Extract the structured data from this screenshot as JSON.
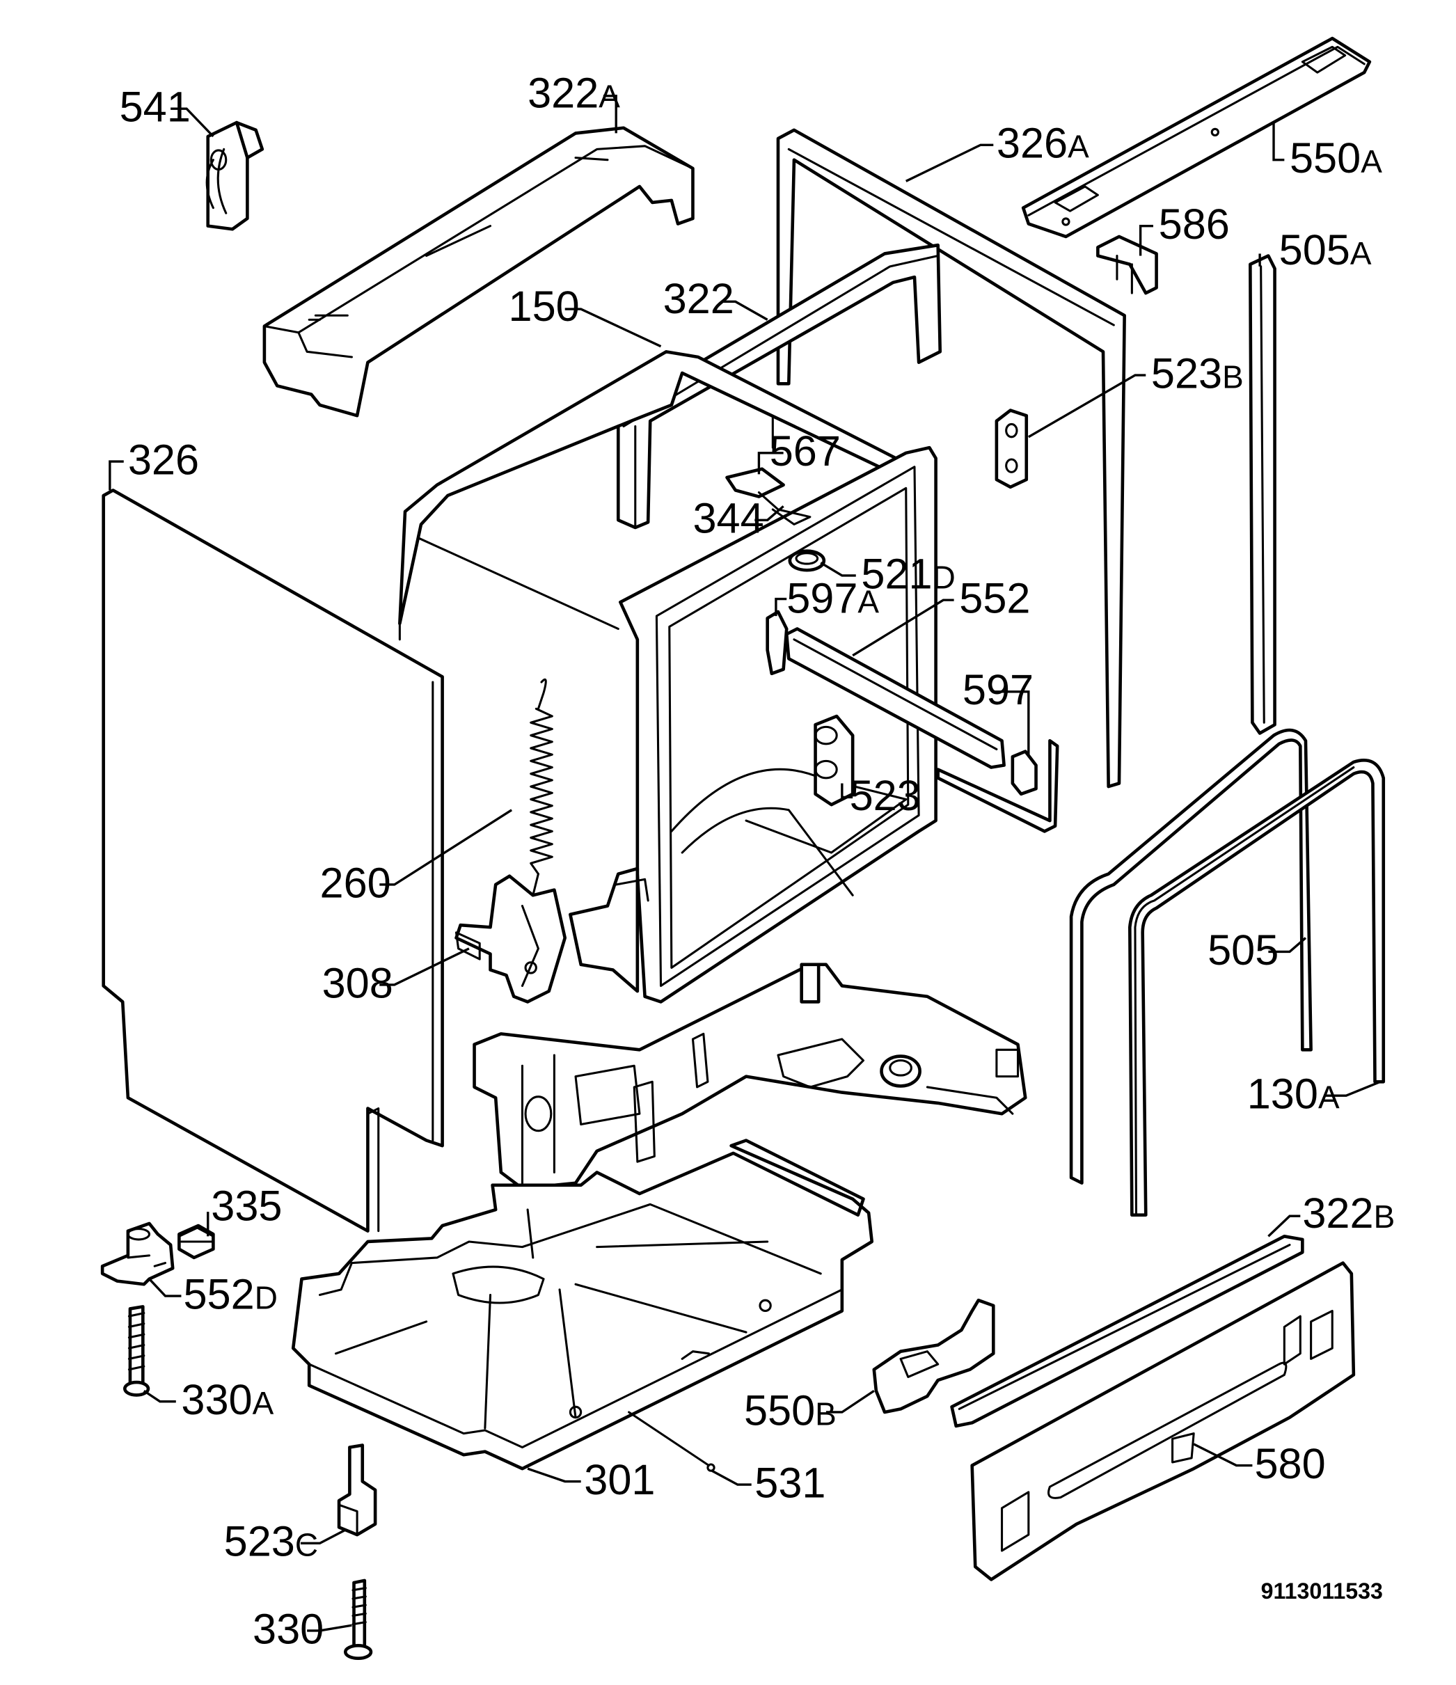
{
  "labels": [
    {
      "id": "541",
      "num": "541",
      "suffix": ""
    },
    {
      "id": "322A",
      "num": "322",
      "suffix": "A"
    },
    {
      "id": "326A",
      "num": "326",
      "suffix": "A"
    },
    {
      "id": "550A",
      "num": "550",
      "suffix": "A"
    },
    {
      "id": "586",
      "num": "586",
      "suffix": ""
    },
    {
      "id": "505A",
      "num": "505",
      "suffix": "A"
    },
    {
      "id": "150",
      "num": "150",
      "suffix": ""
    },
    {
      "id": "322",
      "num": "322",
      "suffix": ""
    },
    {
      "id": "523B",
      "num": "523",
      "suffix": "B"
    },
    {
      "id": "326",
      "num": "326",
      "suffix": ""
    },
    {
      "id": "567",
      "num": "567",
      "suffix": ""
    },
    {
      "id": "344",
      "num": "344",
      "suffix": ""
    },
    {
      "id": "521D",
      "num": "521",
      "suffix": "D"
    },
    {
      "id": "597A",
      "num": "597",
      "suffix": "A"
    },
    {
      "id": "552",
      "num": "552",
      "suffix": ""
    },
    {
      "id": "597",
      "num": "597",
      "suffix": ""
    },
    {
      "id": "523",
      "num": "523",
      "suffix": ""
    },
    {
      "id": "260",
      "num": "260",
      "suffix": ""
    },
    {
      "id": "505",
      "num": "505",
      "suffix": ""
    },
    {
      "id": "308",
      "num": "308",
      "suffix": ""
    },
    {
      "id": "130A",
      "num": "130",
      "suffix": "A"
    },
    {
      "id": "335",
      "num": "335",
      "suffix": ""
    },
    {
      "id": "322B",
      "num": "322",
      "suffix": "B"
    },
    {
      "id": "552D",
      "num": "552",
      "suffix": "D"
    },
    {
      "id": "330A",
      "num": "330",
      "suffix": "A"
    },
    {
      "id": "550B",
      "num": "550",
      "suffix": "B"
    },
    {
      "id": "580",
      "num": "580",
      "suffix": ""
    },
    {
      "id": "301",
      "num": "301",
      "suffix": ""
    },
    {
      "id": "531",
      "num": "531",
      "suffix": ""
    },
    {
      "id": "523C",
      "num": "523",
      "suffix": "C"
    },
    {
      "id": "330",
      "num": "330",
      "suffix": ""
    }
  ],
  "drawing_ref": "9113011533"
}
